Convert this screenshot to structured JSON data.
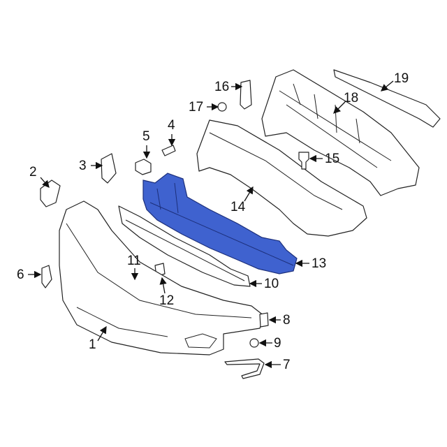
{
  "diagram": {
    "highlight_color": "#3f62cf",
    "callouts": [
      {
        "id": "1",
        "label": "1"
      },
      {
        "id": "2",
        "label": "2"
      },
      {
        "id": "3",
        "label": "3"
      },
      {
        "id": "4",
        "label": "4"
      },
      {
        "id": "5",
        "label": "5"
      },
      {
        "id": "6",
        "label": "6"
      },
      {
        "id": "7",
        "label": "7"
      },
      {
        "id": "8",
        "label": "8"
      },
      {
        "id": "9",
        "label": "9"
      },
      {
        "id": "10",
        "label": "10"
      },
      {
        "id": "11",
        "label": "11"
      },
      {
        "id": "12",
        "label": "12"
      },
      {
        "id": "13",
        "label": "13"
      },
      {
        "id": "14",
        "label": "14"
      },
      {
        "id": "15",
        "label": "15"
      },
      {
        "id": "16",
        "label": "16"
      },
      {
        "id": "17",
        "label": "17"
      },
      {
        "id": "18",
        "label": "18"
      },
      {
        "id": "19",
        "label": "19"
      }
    ]
  }
}
